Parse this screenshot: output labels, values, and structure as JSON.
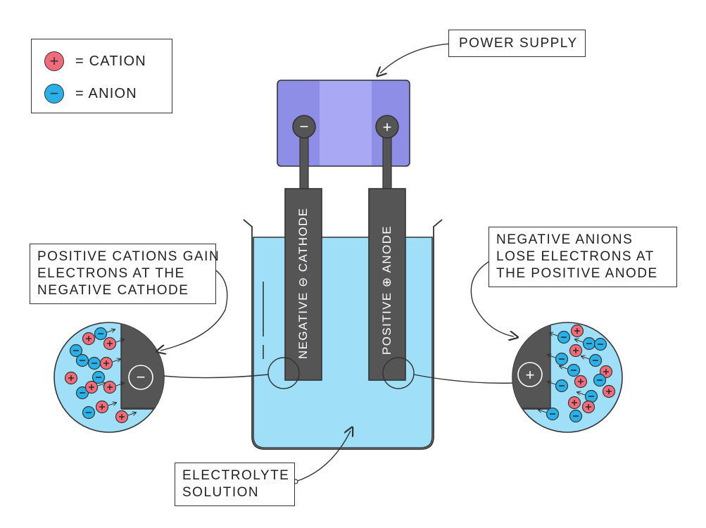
{
  "legend": {
    "cation_label": "= CATION",
    "anion_label": "= ANION",
    "cation_symbol": "+",
    "anion_symbol": "−"
  },
  "labels": {
    "power_supply": "POWER  SUPPLY",
    "cathode_note": [
      "POSITIVE  CATIONS  GAIN",
      "ELECTRONS  AT  THE",
      "NEGATIVE  CATHODE"
    ],
    "anode_note": [
      "NEGATIVE  ANIONS",
      "LOSE  ELECTRONS  AT",
      "THE  POSITIVE  ANODE"
    ],
    "electrolyte": [
      "ELECTROLYTE",
      "SOLUTION"
    ],
    "cathode_text": "NEGATIVE ⊖ CATHODE",
    "anode_text": "POSITIVE ⊕ ANODE",
    "terminal_negative": "−",
    "terminal_positive": "+",
    "zoom_negative": "−",
    "zoom_positive": "+"
  },
  "colors": {
    "cation": "#f26b7a",
    "anion": "#29b0e8",
    "electrolyte": "#9fe0f8",
    "electrode": "#555555",
    "power_supply": "#8e8ee6",
    "power_supply_light": "#a8a8f5"
  }
}
